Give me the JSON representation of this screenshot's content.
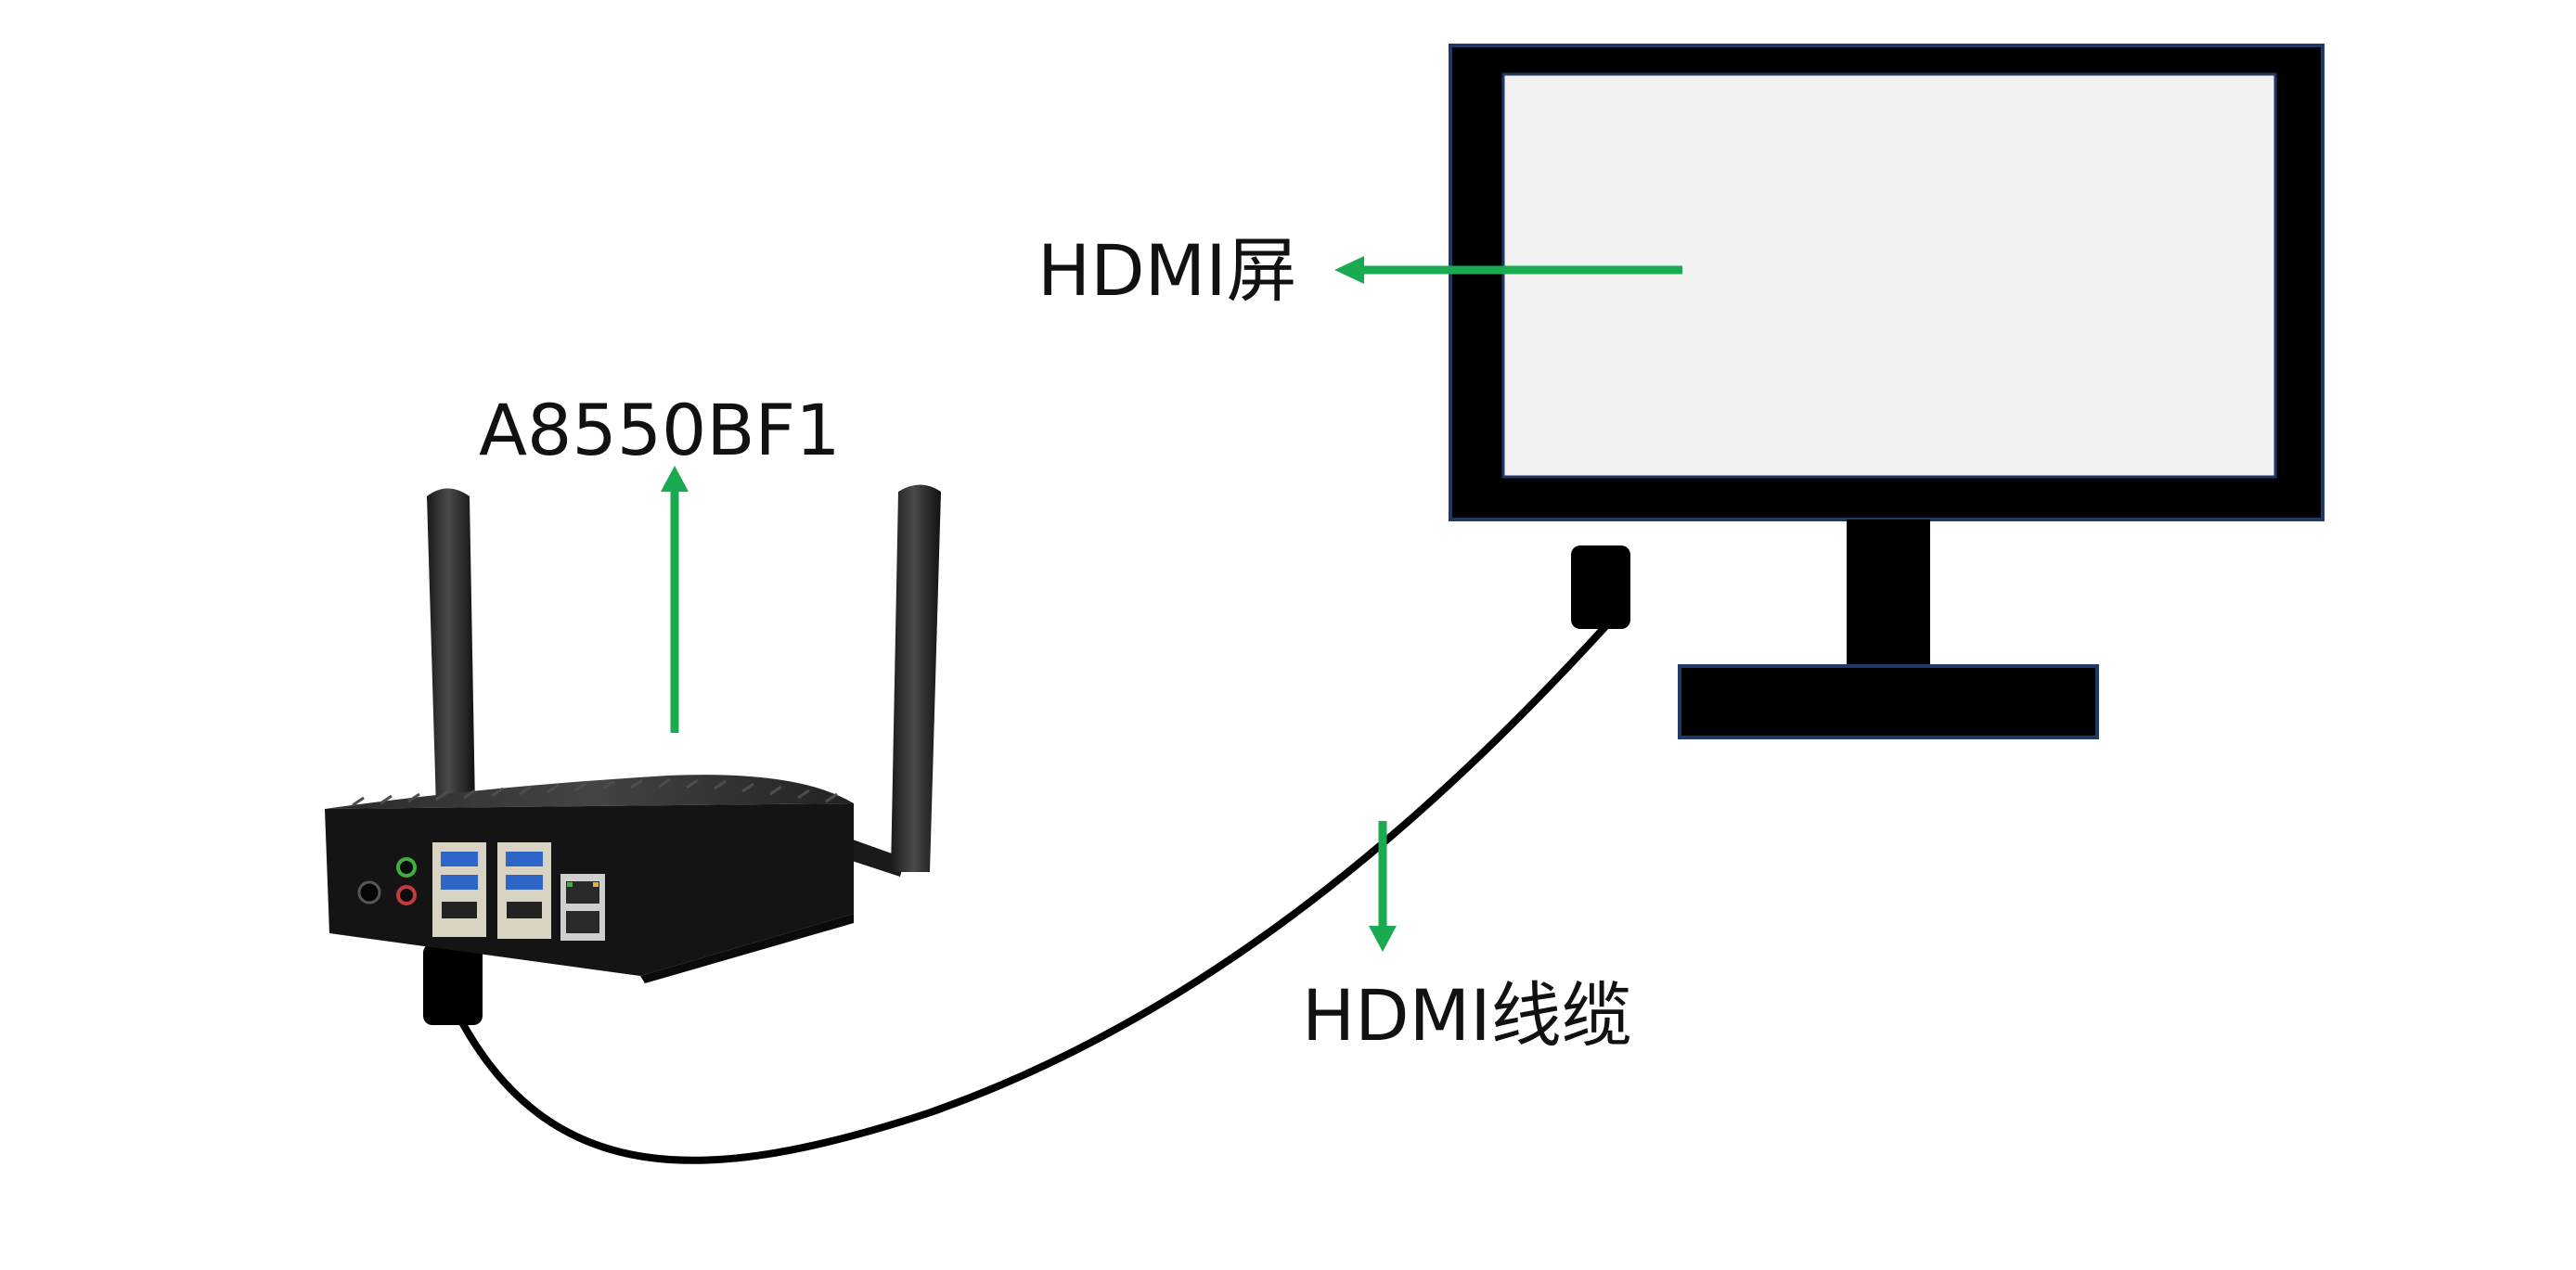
{
  "labels": {
    "device": "A8550BF1",
    "screen": "HDMI屏",
    "cable": "HDMI线缆"
  },
  "colors": {
    "arrow": "#1aaa4f",
    "monitor_body": "#000000",
    "monitor_outline": "#1f3864",
    "screen_fill": "#f2f2f2",
    "cable": "#000000",
    "device_body": "#141414"
  },
  "icons": {
    "device": "mini-pc-with-antennas-icon",
    "screen": "monitor-icon",
    "connector": "hdmi-plug-icon"
  }
}
